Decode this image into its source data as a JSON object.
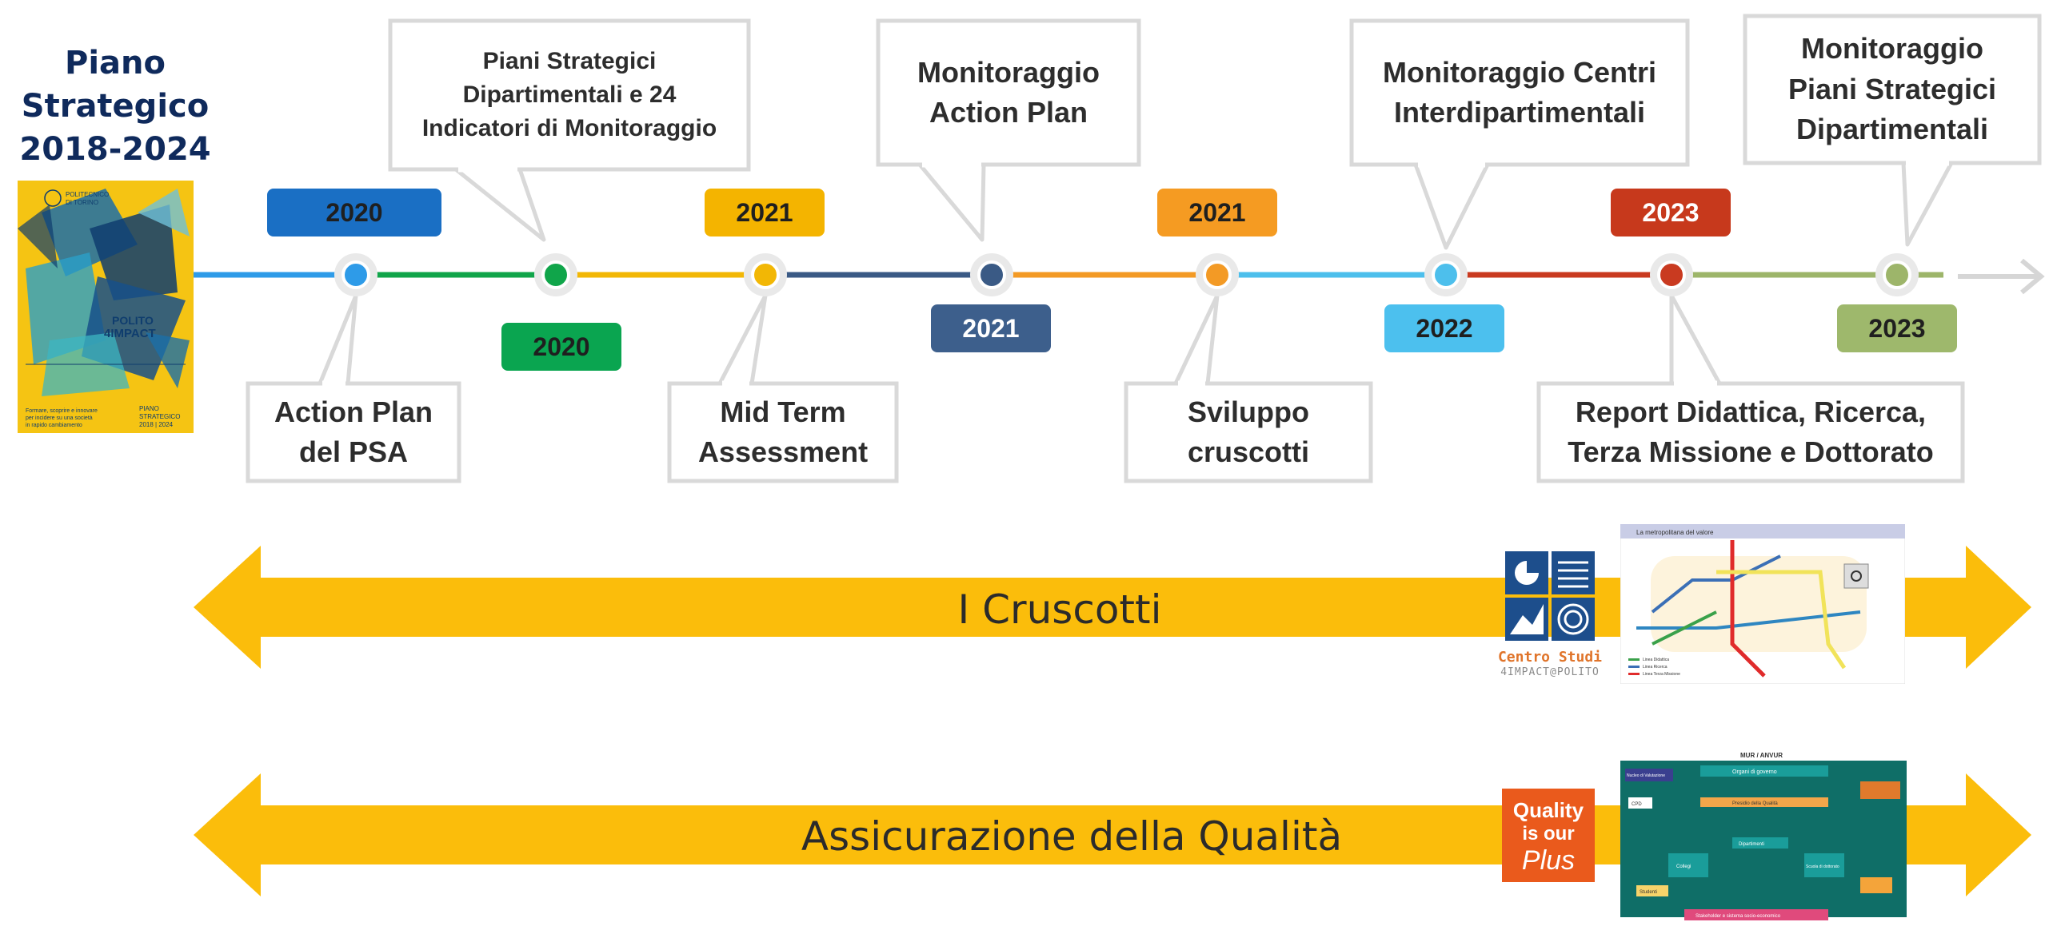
{
  "title": {
    "line1": "Piano",
    "line2": "Strategico",
    "line3": "2018-2024"
  },
  "cover": {
    "brand_line1": "POLITECNICO",
    "brand_line2": "DI TORINO",
    "logo_top": "POLITO",
    "logo_bottom": "4IMPACT",
    "tagline1": "Formare, scoprire e innovare",
    "tagline2": "per incidere su una società",
    "tagline3": "in rapido cambiamento",
    "doc1": "PIANO",
    "doc2": "STRATEGICO",
    "doc3": "2018 | 2024"
  },
  "milestones": [
    {
      "year": "2020",
      "label_lines": [
        "Action Plan",
        "del PSA"
      ],
      "color": "#2e9be8",
      "badge_color": "#1a6fc4"
    },
    {
      "year": "2020",
      "label_lines": [
        "Piani Strategici",
        "Dipartimentali e 24",
        "Indicatori di Monitoraggio"
      ],
      "color": "#10a54a",
      "badge_color": "#0aa550"
    },
    {
      "year": "2021",
      "label_lines": [
        "Mid Term",
        "Assessment"
      ],
      "color": "#f2b705",
      "badge_color": "#f4b400"
    },
    {
      "year": "2021",
      "label_lines": [
        "Monitoraggio",
        "Action Plan"
      ],
      "color": "#3a5a85",
      "badge_color": "#3d5f8c"
    },
    {
      "year": "2021",
      "label_lines": [
        "Sviluppo",
        "cruscotti"
      ],
      "color": "#f39a25",
      "badge_color": "#f59b22"
    },
    {
      "year": "2022",
      "label_lines": [
        "Monitoraggio Centri",
        "Interdipartimentali"
      ],
      "color": "#4dbfec",
      "badge_color": "#4cc0ee"
    },
    {
      "year": "2023",
      "label_lines": [
        "Report Didattica, Ricerca,",
        "Terza Missione e Dottorato"
      ],
      "color": "#c93a20",
      "badge_color": "#c7391c"
    },
    {
      "year": "2023",
      "label_lines": [
        "Monitoraggio",
        "Piani Strategici",
        "Dipartimentali"
      ],
      "color": "#9db56a",
      "badge_color": "#9eb86c"
    }
  ],
  "banners": [
    {
      "label": "I Cruscotti",
      "color": "#fbbd0b"
    },
    {
      "label": "Assicurazione della Qualità",
      "color": "#fbbd0b"
    }
  ],
  "centro_studi": {
    "line1": "Centro Studi",
    "line2": "4IMPACT@POLITO",
    "color": "#1d4e8c"
  },
  "quality_logo": {
    "line1": "Quality",
    "line2": "is our",
    "line3": "Plus",
    "color": "#ea5a1c"
  },
  "metro_map": {
    "header": "La metropolitana del valore",
    "legend1": "Linea Didattica",
    "legend2": "Linea Ricerca",
    "legend3": "Linea Terza Missione"
  },
  "aq_diagram": {
    "top": "MUR / ANVUR",
    "governo": "Organi di governo",
    "nucleo": "Nucleo di Valutazione",
    "presidio": "Presidio della Qualità",
    "dipartimenti": "Dipartimenti",
    "collegi": "Collegi",
    "scuola": "Scuola di dottorato",
    "cpd": "CPD",
    "studenti": "Studenti",
    "bottom": "Stakeholder e sistema socio-economico"
  }
}
